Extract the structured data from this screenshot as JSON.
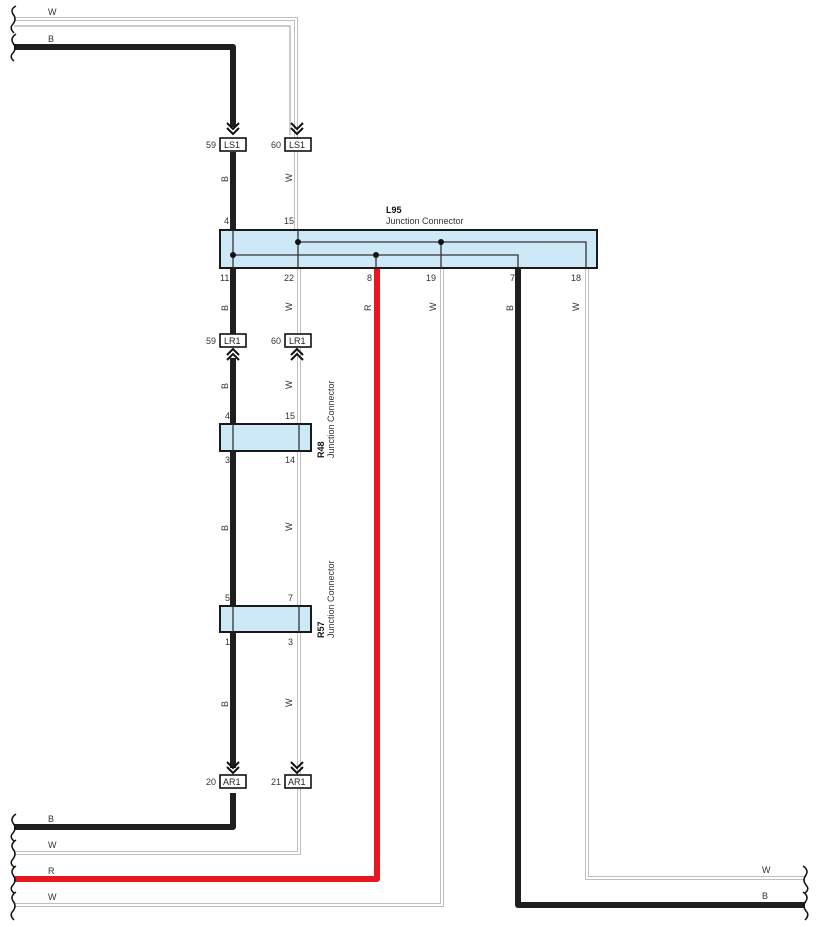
{
  "colors": {
    "wire_black": "#1f1f1f",
    "wire_red": "#e8171f",
    "wire_white_outline": "#bfbfbf",
    "connector_fill": "#cde9f7"
  },
  "wire_labels": {
    "top_W": "W",
    "top_B": "B",
    "ls_left": "B",
    "ls_right": "W",
    "l95_pin11": "B",
    "l95_pin22": "W",
    "l95_pin8": "R",
    "l95_pin19": "W",
    "l95_pin7": "B",
    "l95_pin18": "W",
    "lr_left": "B",
    "lr_right": "W",
    "mid_left": "B",
    "mid_right": "W",
    "low_left": "B",
    "low_right": "W",
    "bottom_B": "B",
    "bottom_W1": "W",
    "bottom_R": "R",
    "bottom_W2": "W",
    "right_W": "W",
    "right_B": "B"
  },
  "connectors": {
    "ls1_left": {
      "pin": "59",
      "name": "LS1"
    },
    "ls1_right": {
      "pin": "60",
      "name": "LS1"
    },
    "lr1_left": {
      "pin": "59",
      "name": "LR1"
    },
    "lr1_right": {
      "pin": "60",
      "name": "LR1"
    },
    "ar1_left": {
      "pin": "20",
      "name": "AR1"
    },
    "ar1_right": {
      "pin": "21",
      "name": "AR1"
    }
  },
  "junctions": {
    "l95": {
      "id": "L95",
      "desc": "Junction Connector",
      "pins_top": [
        "4",
        "15"
      ],
      "pins_bottom": [
        "11",
        "22",
        "8",
        "19",
        "7",
        "18"
      ]
    },
    "r48": {
      "id": "R48",
      "desc": "Junction Connector",
      "pins_top": [
        "4",
        "15"
      ],
      "pins_bottom": [
        "3",
        "14"
      ]
    },
    "r57": {
      "id": "R57",
      "desc": "Junction Connector",
      "pins_top": [
        "5",
        "7"
      ],
      "pins_bottom": [
        "1",
        "3"
      ]
    }
  }
}
